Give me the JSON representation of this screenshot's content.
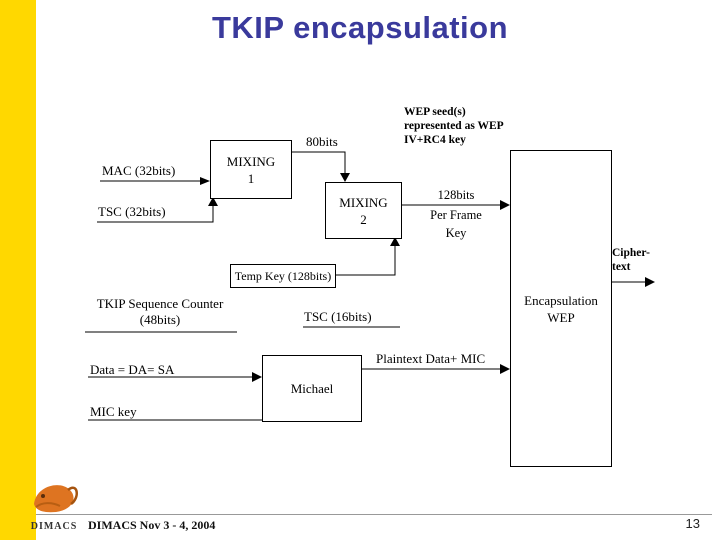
{
  "slide": {
    "title": "TKIP encapsulation",
    "footer_left": "DIMACS Nov 3 - 4, 2004",
    "page_number": "13",
    "logo_text": "DIMACS"
  },
  "diagram": {
    "mac_label": "MAC (32bits)",
    "tsc32_label": "TSC (32bits)",
    "bits80_label": "80bits",
    "wep_seed_line1": "WEP seed(s)",
    "wep_seed_line2": "represented as WEP",
    "wep_seed_line3": "IV+RC4 key",
    "mixing1_line1": "MIXING",
    "mixing1_line2": "1",
    "mixing2_line1": "MIXING",
    "mixing2_line2": "2",
    "bits128_line1": "128bits",
    "bits128_line2": "Per Frame",
    "bits128_line3": "Key",
    "temp_key_label": "Temp Key (128bits)",
    "tkip_seq_line1": "TKIP Sequence Counter",
    "tkip_seq_line2": "(48bits)",
    "tsc16_label": "TSC (16bits)",
    "data_label": "Data = DA= SA",
    "mic_key_label": "MIC key",
    "michael_label": "Michael",
    "plaintext_label": "Plaintext Data+ MIC",
    "encap_line1": "Encapsulation",
    "encap_line2": "WEP",
    "cipher_line1": "Cipher-",
    "cipher_line2": "text"
  },
  "colors": {
    "accent_bar": "#FFD800",
    "title": "#3A3A9C"
  }
}
